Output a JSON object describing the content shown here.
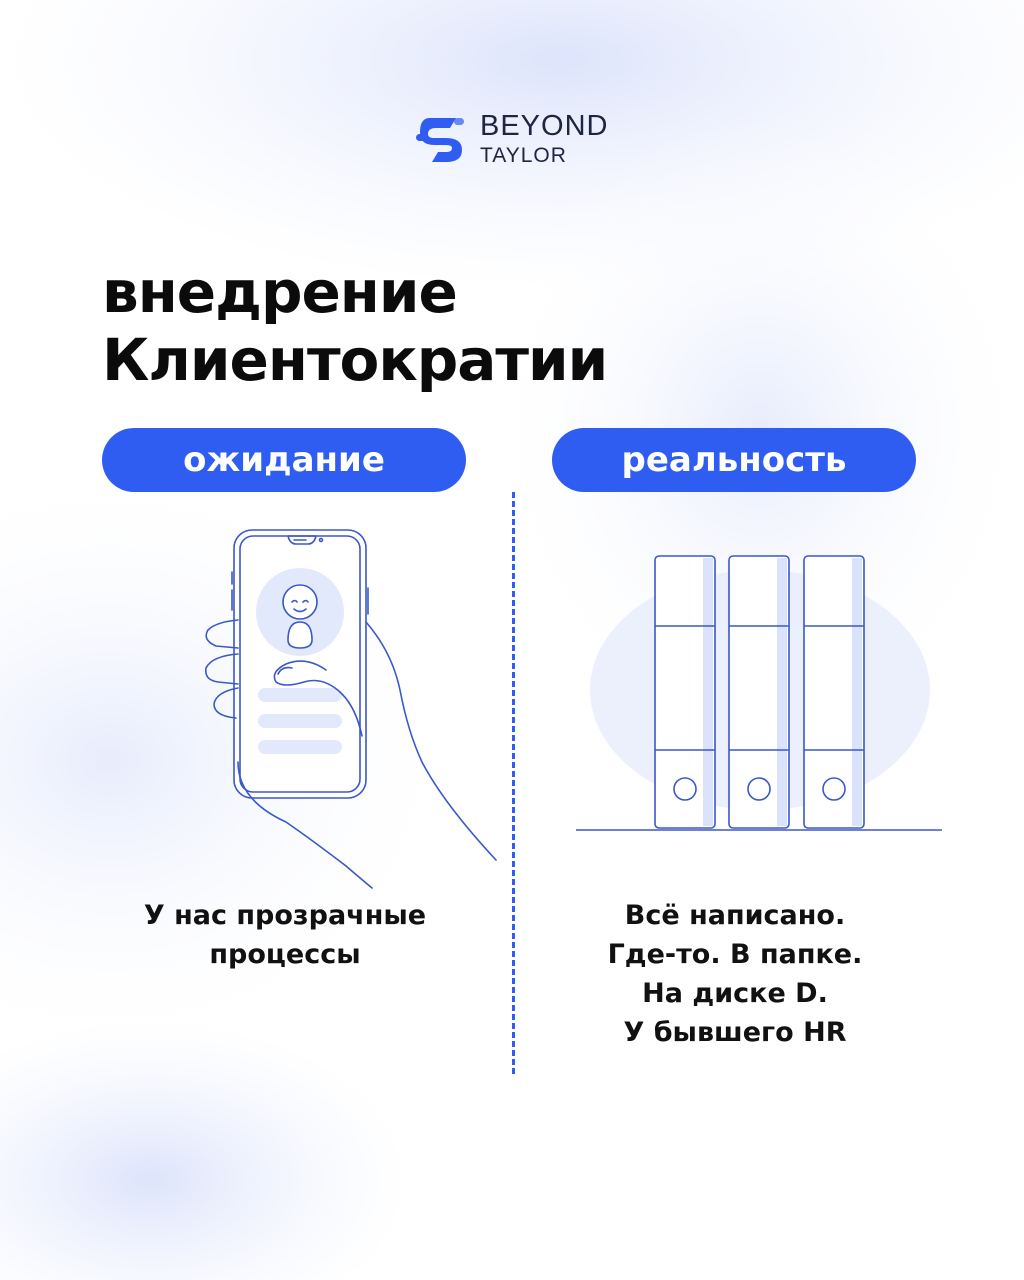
{
  "brand": {
    "line1": "BEYOND",
    "line2": "TAYLOR",
    "logo_icon": "beyond-taylor-s-mark",
    "color": "#2f5df2"
  },
  "headline": {
    "line1": "внедрение",
    "line2": "Клиентократии"
  },
  "columns": {
    "left": {
      "label": "ожидание",
      "illustration": "hand-holding-phone-illustration",
      "caption": [
        "У нас прозрачные",
        "процессы"
      ]
    },
    "right": {
      "label": "реальность",
      "illustration": "binders-on-shelf-illustration",
      "caption": [
        "Всё написано.",
        "Где-то. В папке.",
        "На диске D.",
        "У бывшего HR"
      ]
    }
  },
  "colors": {
    "accent": "#2f5df2",
    "text": "#0b0b0b",
    "background_tint": "#e8edfd"
  }
}
